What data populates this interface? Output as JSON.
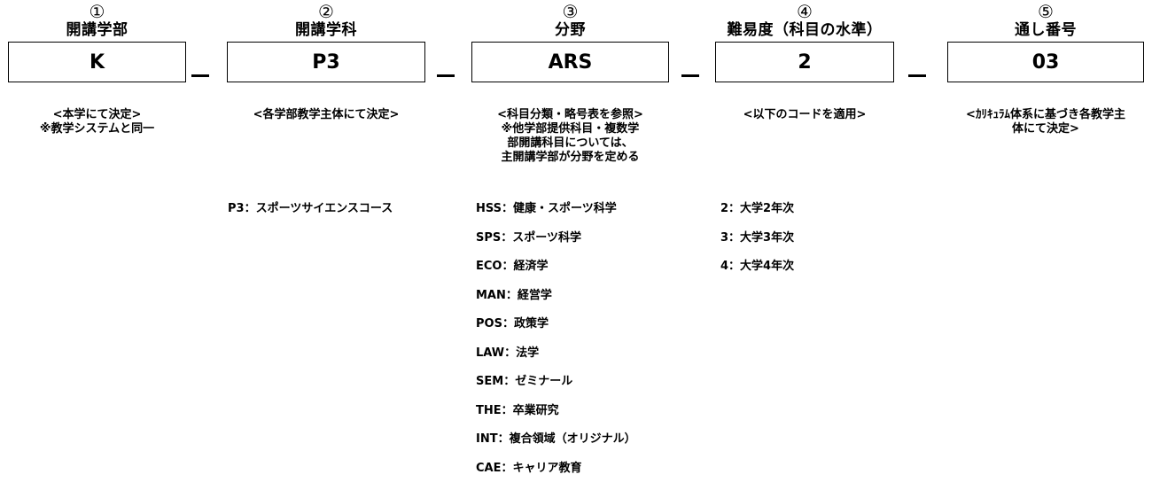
{
  "columns": [
    {
      "number": "①",
      "title": "開講学部",
      "code": "K",
      "note": [
        "<本学にて決定>",
        "※教学システムと同一"
      ]
    },
    {
      "number": "②",
      "title": "開講学科",
      "code": "P3",
      "note": [
        "<各学部教学主体にて決定>"
      ]
    },
    {
      "number": "③",
      "title": "分野",
      "code": "ARS",
      "note": [
        "<科目分類・略号表を参照>",
        "※他学部提供科目・複数学",
        "部開講科目については、",
        "主開講学部が分野を定める"
      ]
    },
    {
      "number": "④",
      "title": "難易度（科目の水準）",
      "code": "2",
      "note": [
        "<以下のコードを適用>"
      ]
    },
    {
      "number": "⑤",
      "title": "通し番号",
      "code": "03",
      "note": [
        "<ｶﾘｷｭﾗﾑ体系に基づき各教学主",
        "体にて決定>"
      ]
    }
  ],
  "separator": "—",
  "departments": [
    {
      "code": "P3",
      "label": "：スポーツサイエンスコース"
    }
  ],
  "fields": [
    {
      "code": "HSS",
      "label": "：健康・スポーツ科学"
    },
    {
      "code": "SPS",
      "label": "：スポーツ科学"
    },
    {
      "code": "ECO",
      "label": "：経済学"
    },
    {
      "code": "MAN",
      "label": "：経営学"
    },
    {
      "code": "POS",
      "label": "：政策学"
    },
    {
      "code": "LAW",
      "label": "：法学"
    },
    {
      "code": "SEM",
      "label": "：ゼミナール"
    },
    {
      "code": "THE",
      "label": "：卒業研究"
    },
    {
      "code": "INT",
      "label": "：複合領域（オリジナル）"
    },
    {
      "code": "CAE",
      "label": "：キャリア教育"
    }
  ],
  "levels": [
    {
      "code": "2",
      "label": "：大学2年次"
    },
    {
      "code": "3",
      "label": "：大学3年次"
    },
    {
      "code": "4",
      "label": "：大学4年次"
    }
  ]
}
